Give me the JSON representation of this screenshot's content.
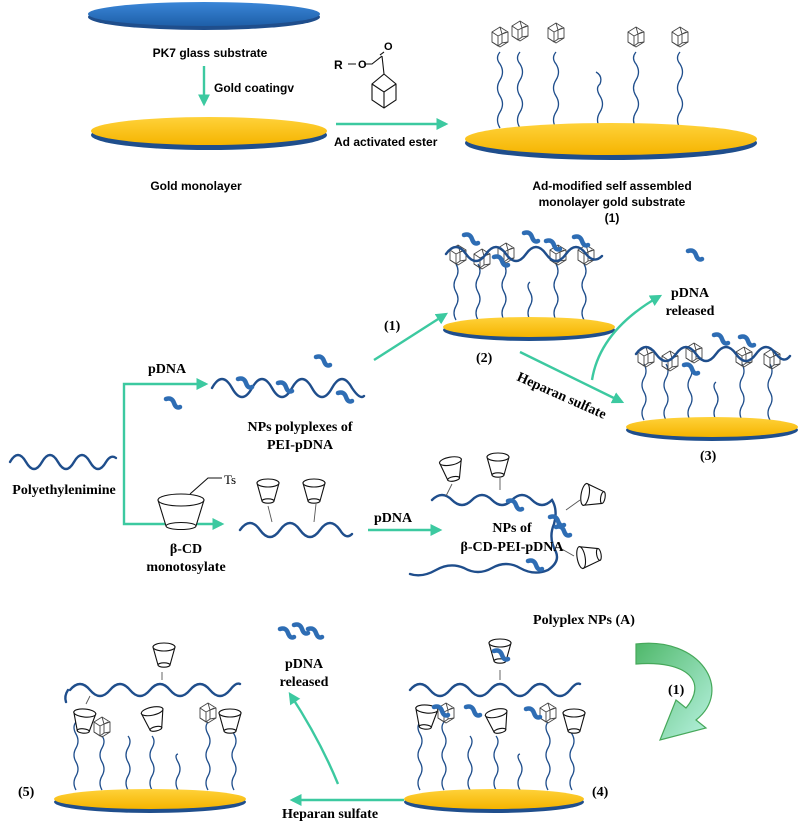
{
  "labels": {
    "pk7": "PK7 glass substrate",
    "gold_coating": "Gold coatingv",
    "gold_monolayer": "Gold  monolayer",
    "r_group": "R",
    "ad_ester": "Ad activated ester",
    "ad_modified_line1": "Ad-modified self assembled",
    "ad_modified_line2": "monolayer gold substrate",
    "substrate_1": "(1)",
    "step_1a": "(1)",
    "label_2": "(2)",
    "pdna_released_a1": "pDNA",
    "pdna_released_a2": "released",
    "heparan_a": "Heparan sulfate",
    "label_3": "(3)",
    "pdna_top": "pDNA",
    "nps_polyplex_1": "NPs polyplexes of",
    "nps_polyplex_2": "PEI-pDNA",
    "polyethylenimine": "Polyethylenimine",
    "ts": "Ts",
    "bcd_1": "β-CD",
    "bcd_2": "monotosylate",
    "pdna_mid": "pDNA",
    "nps_of": "NPs of",
    "bcd_pei": "β-CD-PEI-pDNA",
    "polyplex_a": "Polyplex NPs (A)",
    "pdna_released_b1": "pDNA",
    "pdna_released_b2": "released",
    "step_1b": "(1)",
    "label_5": "(5)",
    "label_4": "(4)",
    "heparan_b": "Heparan sulfate"
  },
  "colors": {
    "glass_blue": "#2a74c9",
    "gold": "#ffc000",
    "gold_edge_blue": "#1f4e8c",
    "arrow_teal": "#3cc9a0",
    "curved_arrow_green": "#5ec25a"
  }
}
